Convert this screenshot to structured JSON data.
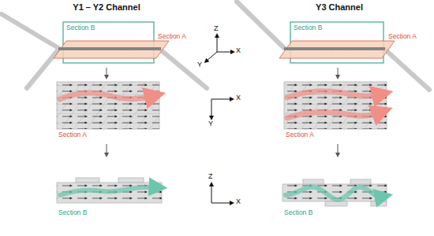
{
  "diagram": {
    "labels": [
      "Y1 – Y2 Channel",
      "Y3 Channel",
      "Section B",
      "Section A",
      "Z",
      "Y",
      "X",
      "Section B",
      "Section A",
      "X",
      "Y",
      "Section A",
      "Section A",
      "Z",
      "X",
      "Section B",
      "Section B"
    ]
  }
}
